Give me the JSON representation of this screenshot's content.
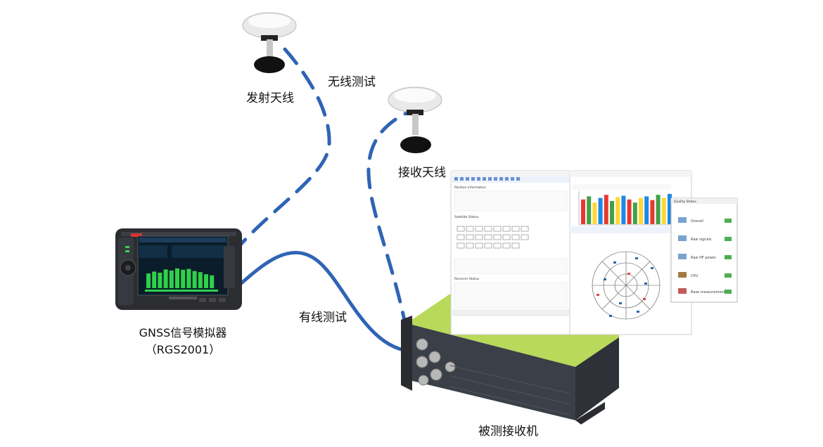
{
  "labels": {
    "tx_antenna": "发射天线",
    "rx_antenna": "接收天线",
    "wireless_test": "无线测试",
    "wired_test": "有线测试",
    "dut_receiver": "被测接收机",
    "simulator_name": "GNSS信号模拟器",
    "simulator_model": "（RGS2001）"
  },
  "colors": {
    "cable": "#2f64b5",
    "receiver_top": "#b9d95b",
    "receiver_body": "#3b3f47",
    "simulator_body": "#2b2d31",
    "screen": "#0b1d2a",
    "bars": "#2fd14a"
  },
  "simulator_screen": {
    "bar_levels": [
      0.55,
      0.62,
      0.58,
      0.7,
      0.66,
      0.74,
      0.69,
      0.72,
      0.64,
      0.6,
      0.52,
      0.48
    ]
  },
  "software_views": {
    "main_title": "Position Information",
    "satellite_status": "Satellite Status",
    "receiver_status": "Receiver Status",
    "quality_title": "Quality Status",
    "quality_items": [
      "Overall",
      "Raw signals",
      "Raw HF power",
      "CPU",
      "Base measurements"
    ],
    "bar_chart_levels": [
      0.8,
      0.9,
      0.7,
      0.85,
      0.95,
      0.75,
      0.88,
      0.92,
      0.8,
      0.7,
      0.85,
      0.9,
      0.78,
      0.95,
      0.85,
      0.98
    ]
  }
}
